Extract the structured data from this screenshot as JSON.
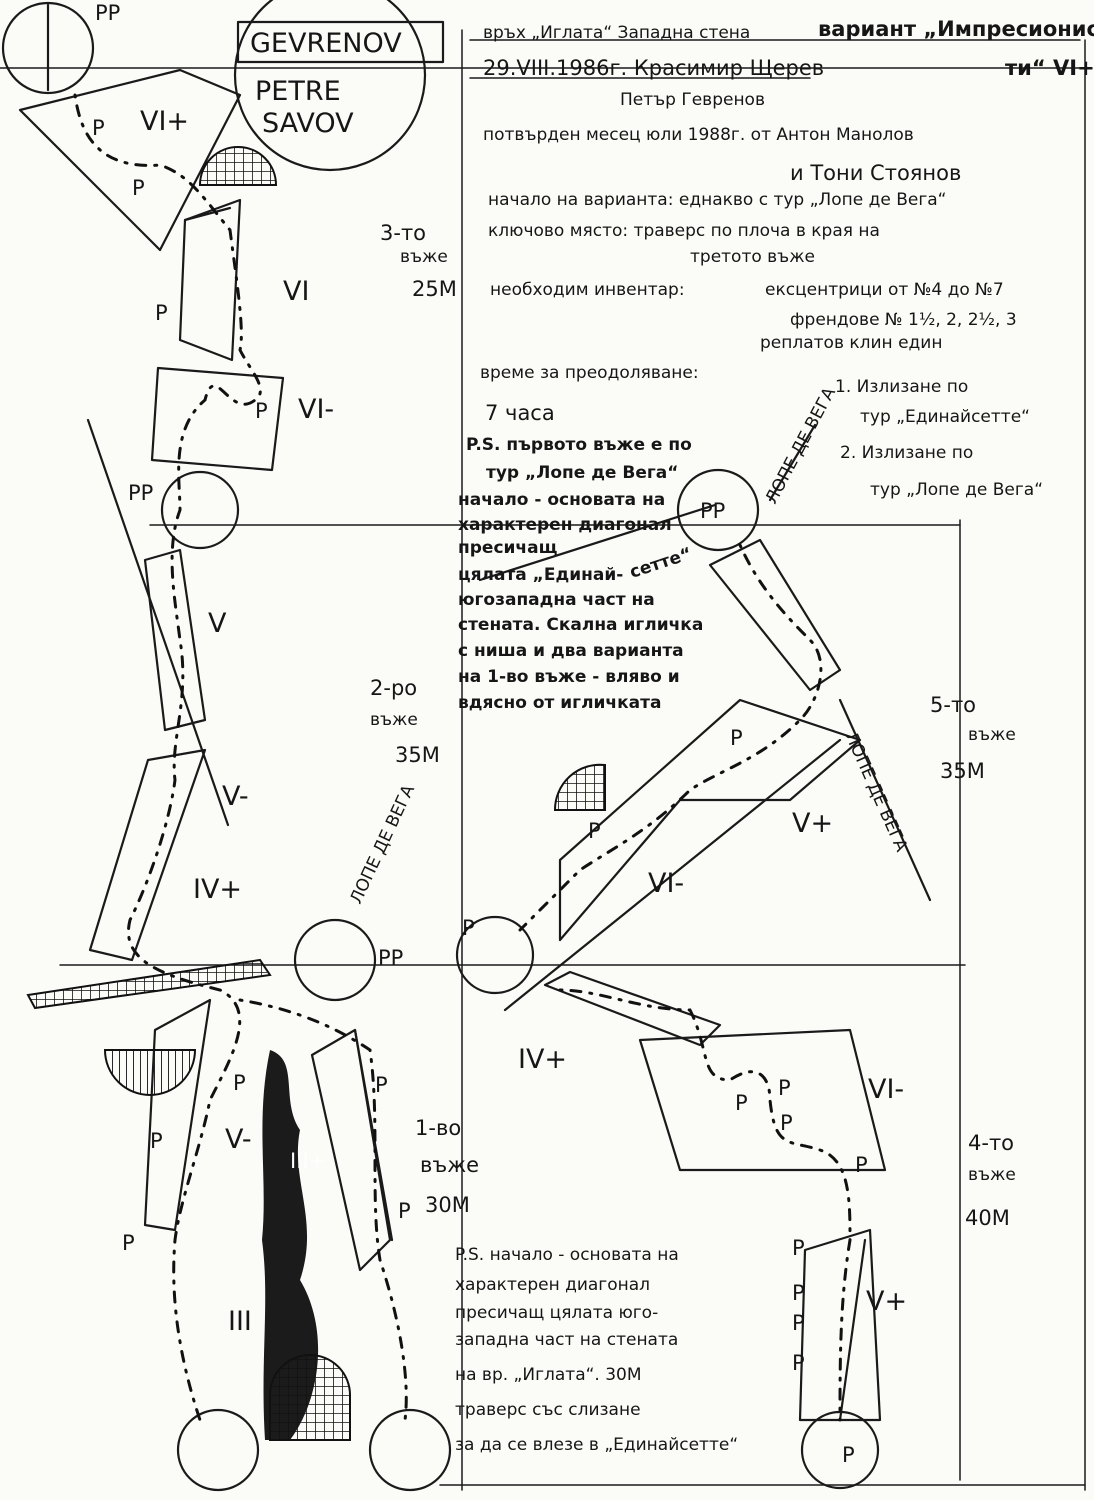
{
  "logo": {
    "line1": "GEVRENOV",
    "line2": "PETRE",
    "line3": "SAVOV"
  },
  "header": {
    "peak": "връх „Иглата“ Западна стена",
    "variant": "вариант „Импресионис",
    "variant_end": "ти“ VI+",
    "date_line": "29.VIII.1986г. Красимир Щерев",
    "author2": "Петър Гевренов",
    "confirmed": "потвърден месец юли 1988г. от Антон Манолов",
    "confirmed2": "и Тони Стоянов",
    "start": "начало на варианта: еднакво с тур „Лопе де Вега“",
    "key": "ключово място: траверс по плоча в края на",
    "key2": "третото въже",
    "gear_label": "необходим инвентар:",
    "gear1": "ексцентрици от №4 до №7",
    "gear2": "френдове № 1½, 2, 2½, 3",
    "gear3": "реплатов клин един",
    "time_label": "време за преодоляване:",
    "time": "7 часа",
    "exit1": "1. Излизане по",
    "exit1b": "тур „Единайсетте“",
    "exit2": "2. Излизане по",
    "exit2b": "тур „Лопе де Вега“"
  },
  "ps1": [
    "P.S. първото въже е по",
    "тур „Лопе де Вега“",
    "начало - основата на",
    "характерен диагонал",
    "пресичащ",
    "цялата „Единай-",
    "сетте“",
    "югозападна част на",
    "стената. Скална игличка",
    "с ниша и два варианта",
    "на 1-во въже - вляво и",
    "вдясно от игличката"
  ],
  "ps2": [
    "P.S. начало - основата на",
    "характерен диагонал",
    "пресичащ цялата юго-",
    "западна част на стената",
    "на вр. „Иглата“. 30М",
    "траверс със слизане",
    "за да се влезе в „Единайсетте“"
  ],
  "pitches": {
    "p3": "3-то",
    "p3b": "въже",
    "p3len": "25М",
    "p2": "2-ро",
    "p2b": "въже",
    "p2len": "35М",
    "p5": "5-то",
    "p5b": "въже",
    "p5len": "35М",
    "p1": "1-во",
    "p1b": "въже",
    "p1len": "30М",
    "p4": "4-то",
    "p4b": "въже",
    "p4len": "40М"
  },
  "grades": [
    "VI+",
    "VI",
    "VI-",
    "V",
    "V-",
    "IV+",
    "VI-",
    "V+",
    "IV+",
    "VI-",
    "V-",
    "III+",
    "III",
    "V+"
  ],
  "belays": [
    "PP",
    "PP",
    "PP",
    "PP"
  ],
  "piton": "P",
  "route_name": "ЛОПЕ ДЕ ВЕГА"
}
